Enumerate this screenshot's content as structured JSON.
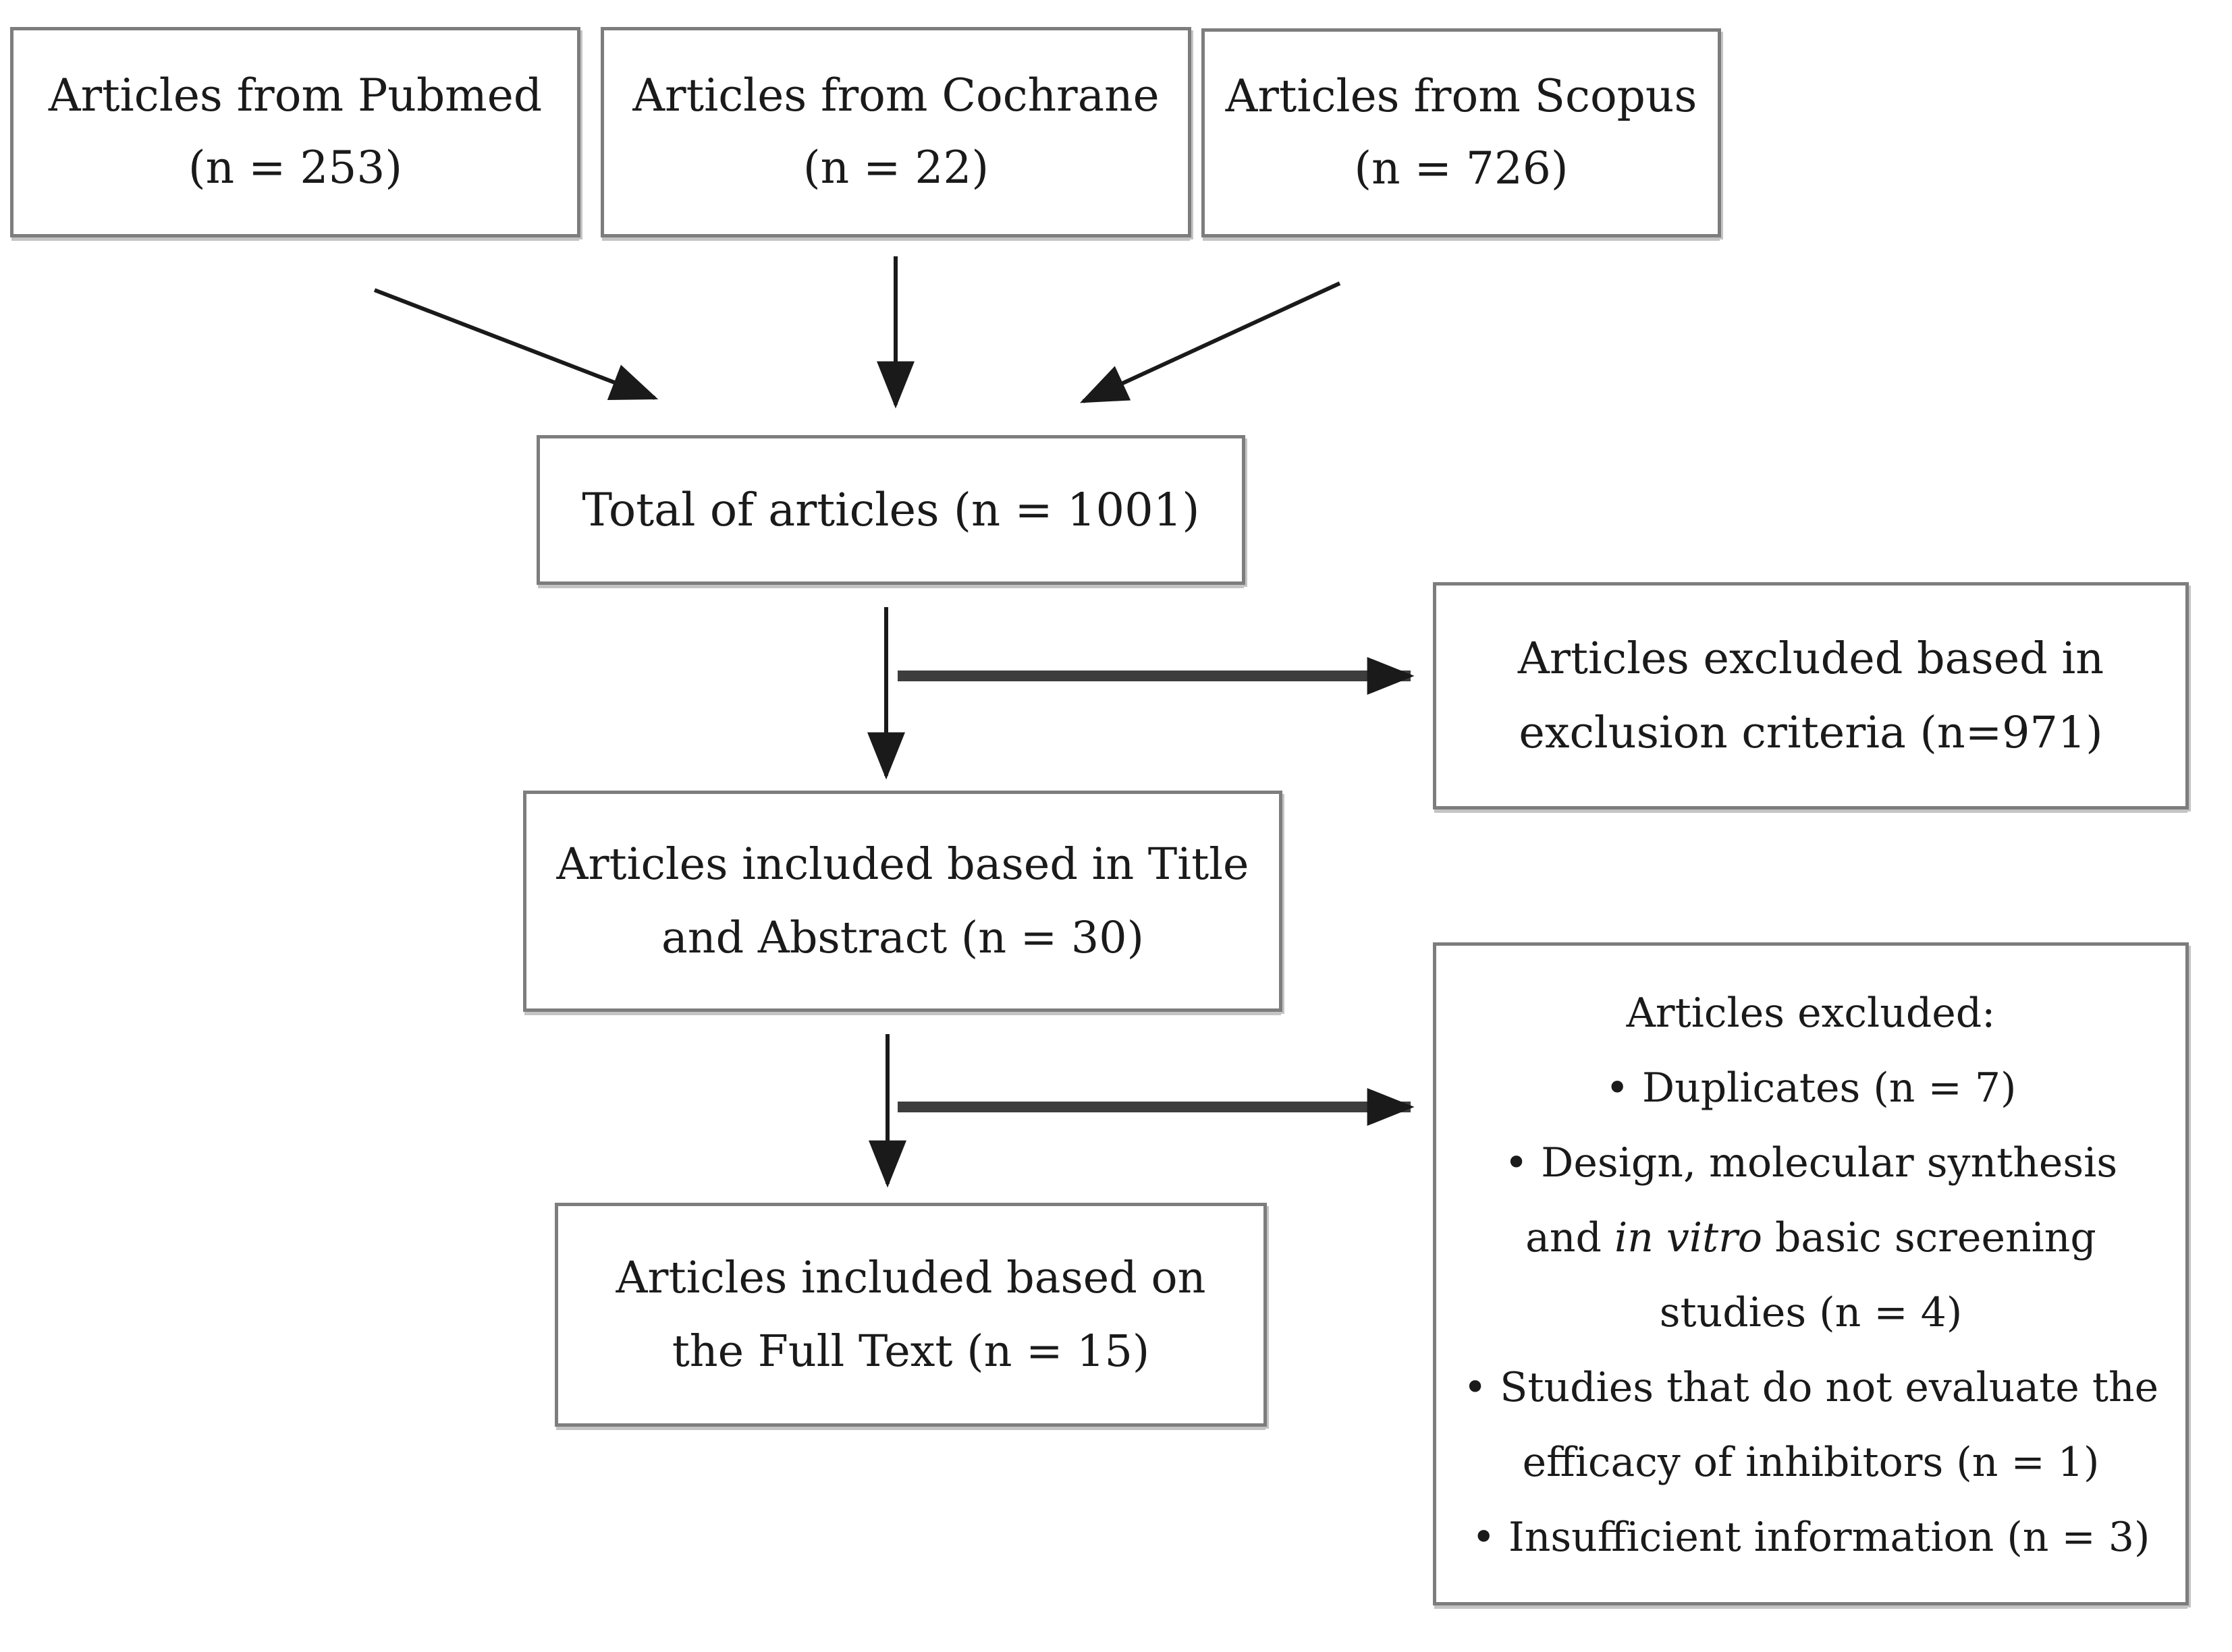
{
  "colors": {
    "background": "#ffffff",
    "box_border": "#7d7d7d",
    "text": "#1a1a1a",
    "arrow": "#1a1a1a",
    "branch_arrow": "#3d3d3d"
  },
  "diagram": {
    "sources": [
      {
        "label": "Articles from Pubmed",
        "count": "(n = 253)"
      },
      {
        "label": "Articles from Cochrane",
        "count": "(n = 22)"
      },
      {
        "label": "Articles from Scopus",
        "count": "(n = 726)"
      }
    ],
    "total": {
      "text": "Total of articles (n = 1001)"
    },
    "excluded_criteria": {
      "line1": "Articles excluded based in",
      "line2": "exclusion criteria (n=971)"
    },
    "included_title_abstract": {
      "line1": "Articles included based in Title",
      "line2": "and Abstract (n = 30)"
    },
    "included_full_text": {
      "line1": "Articles included based on",
      "line2": "the Full Text (n = 15)"
    },
    "excluded_detailed": {
      "title": "Articles excluded:",
      "items": [
        {
          "line1": "• Duplicates (n = 7)"
        },
        {
          "line1": "• Design, molecular synthesis",
          "line2_pre": "and ",
          "line2_italic": "in vitro",
          "line2_post": " basic screening",
          "line3": "studies (n = 4)"
        },
        {
          "line1": "• Studies that do not evaluate the",
          "line2": "efficacy of inhibitors (n = 1)"
        },
        {
          "line1": "• Insufficient information (n = 3)"
        }
      ]
    }
  }
}
